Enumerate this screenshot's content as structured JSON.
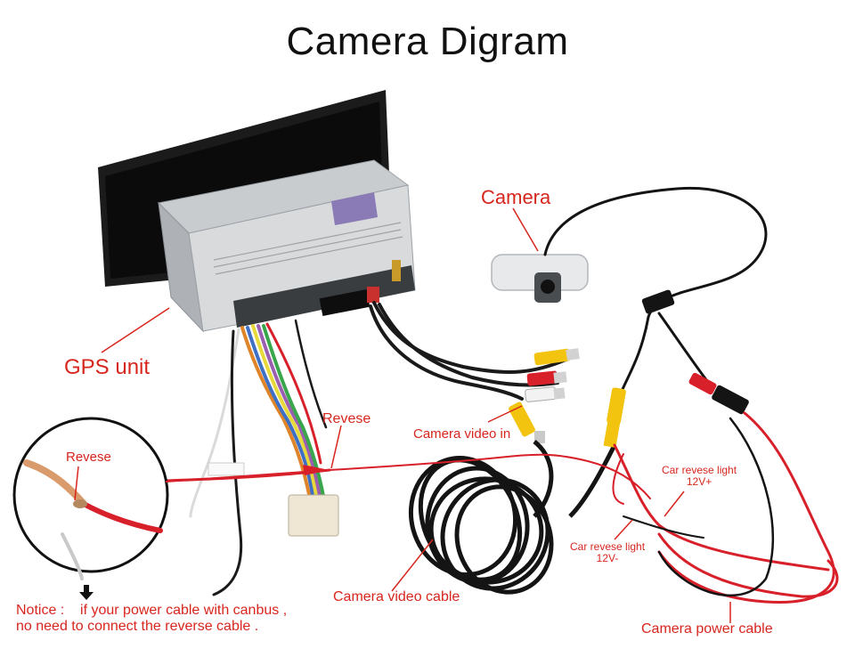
{
  "title": "Camera Digram",
  "labels": {
    "camera": "Camera",
    "gps_unit": "GPS unit",
    "revese_main": "Revese",
    "revese_zoom": "Revese",
    "camera_video_in": "Camera video in",
    "car_light_pos_1": "Car revese light",
    "car_light_pos_2": "12V+",
    "car_light_neg_1": "Car revese light",
    "car_light_neg_2": "12V-",
    "camera_video_cable": "Camera video cable",
    "camera_power_cable": "Camera power cable"
  },
  "notice": {
    "line1": "Notice :    if your power cable with canbus ,",
    "line2": "no need to connect the reverse cable ."
  },
  "colors": {
    "label_red": "#d7261e",
    "wire_red": "#d8202a",
    "rca_yellow": "#f2c40f",
    "cable_black": "#141414"
  }
}
